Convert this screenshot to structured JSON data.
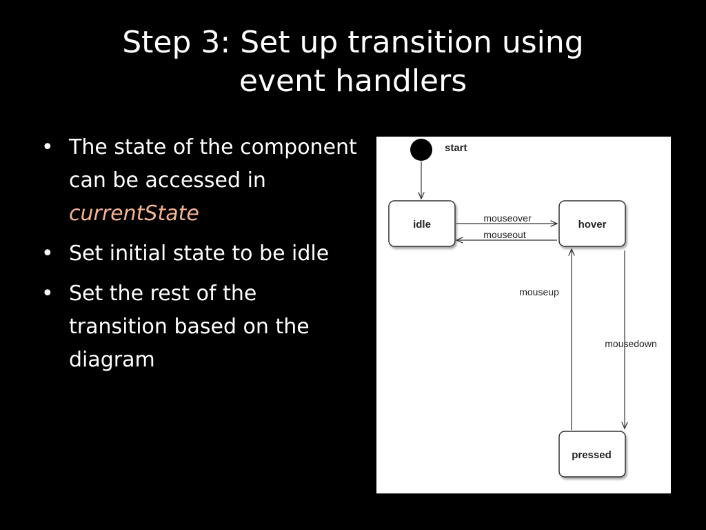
{
  "slide": {
    "title_lines": [
      "Step 3: Set up transition using",
      "event handlers"
    ],
    "bullets": [
      {
        "text": "The state of the component can be accessed in ",
        "highlight": "currentState"
      },
      {
        "text": "Set initial state to be idle"
      },
      {
        "text": "Set the rest of the transition based on the diagram"
      }
    ],
    "highlight_color": "#f4b393"
  },
  "diagram": {
    "start_label": "start",
    "states": {
      "idle": "idle",
      "hover": "hover",
      "pressed": "pressed"
    },
    "transitions": {
      "mouseover": "mouseover",
      "mouseout": "mouseout",
      "mouseup": "mouseup",
      "mousedown": "mousedown"
    }
  }
}
